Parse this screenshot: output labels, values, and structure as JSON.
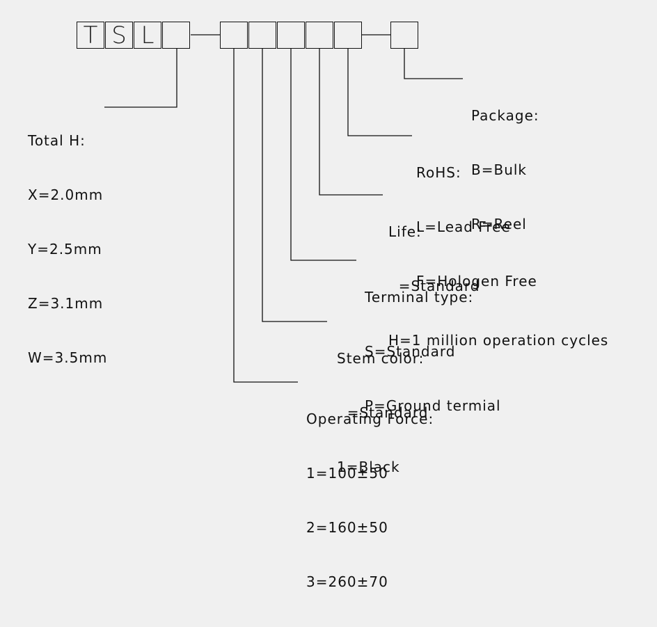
{
  "code_boxes": [
    "T",
    "S",
    "L",
    "",
    "",
    "",
    "",
    "",
    "",
    ""
  ],
  "total_height": {
    "title": "Total H:",
    "options": [
      "X=2.0mm",
      "Y=2.5mm",
      "Z=3.1mm",
      "W=3.5mm"
    ]
  },
  "package": {
    "title": "Package:",
    "options": [
      "B=Bulk",
      "R=Reel"
    ]
  },
  "rohs": {
    "title": "RoHS:",
    "options": [
      "L=Lead Free",
      "F=Hologen Free"
    ]
  },
  "life": {
    "title": "Life:",
    "options": [
      "  =Standard",
      "H=1 million operation cycles"
    ]
  },
  "terminal_type": {
    "title": "Terminal type:",
    "options": [
      "S=Standard",
      "P=Ground termial"
    ]
  },
  "stem_color": {
    "title": "Stem color:",
    "options": [
      "  =Standard",
      "1=Black"
    ]
  },
  "operating_force": {
    "title": "Operating Force:",
    "options": [
      "1=100±50",
      "2=160±50",
      "3=260±70"
    ]
  }
}
